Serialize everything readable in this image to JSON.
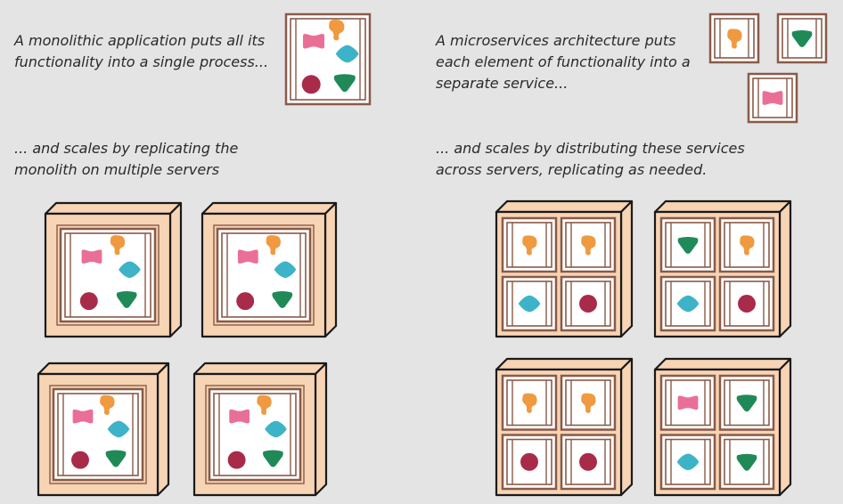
{
  "monolith": {
    "intro_line1": "A monolithic application puts all its",
    "intro_line2": "functionality into a single process...",
    "scale_line1": "... and scales by replicating the",
    "scale_line2": "monolith on multiple servers"
  },
  "microservices": {
    "intro_line1": "A microservices architecture puts",
    "intro_line2": "each element of functionality into a",
    "intro_line3": "separate service...",
    "scale_line1": "... and scales by distributing these services",
    "scale_line2": "across servers, replicating as needed."
  },
  "colors": {
    "background": "#e4e4e4",
    "server_face": "#f7d4b4",
    "server_outline": "#1a1a1a",
    "frame_brown": "#8a5a48",
    "pink_service": "#ea6f96",
    "orange_service": "#ef9a40",
    "teal_service": "#3db3c8",
    "maroon_service": "#a82b4a",
    "green_service": "#1f8a57"
  },
  "service_icons": [
    "pink-bowtie-icon",
    "orange-blob-icon",
    "teal-diamond-icon",
    "maroon-circle-icon",
    "green-triangle-icon"
  ],
  "servers": {
    "monolith_servers": [
      {
        "name": "monolith-server-1"
      },
      {
        "name": "monolith-server-2"
      },
      {
        "name": "monolith-server-3"
      },
      {
        "name": "monolith-server-4"
      }
    ],
    "microservice_servers": [
      {
        "name": "microservice-server-1",
        "services": [
          "orange",
          "orange",
          "teal",
          "maroon"
        ]
      },
      {
        "name": "microservice-server-2",
        "services": [
          "green",
          "orange",
          "teal",
          "maroon"
        ]
      },
      {
        "name": "microservice-server-3",
        "services": [
          "orange",
          "orange",
          "maroon",
          "maroon"
        ]
      },
      {
        "name": "microservice-server-4",
        "services": [
          "pink",
          "green",
          "teal",
          "green"
        ]
      }
    ]
  }
}
